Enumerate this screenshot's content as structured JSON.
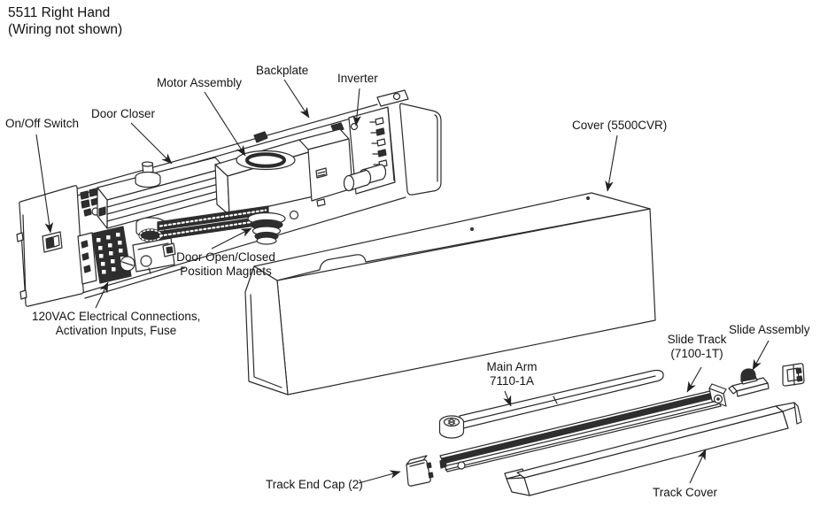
{
  "title": {
    "line1": "5511 Right Hand",
    "line2": "(Wiring not shown)"
  },
  "labels": {
    "on_off_switch": "On/Off Switch",
    "door_closer": "Door Closer",
    "motor_assembly": "Motor Assembly",
    "backplate": "Backplate",
    "inverter": "Inverter",
    "cover": "Cover (5500CVR)",
    "door_magnets": {
      "line1": "Door Open/Closed",
      "line2": "Position Magnets"
    },
    "electrical": {
      "line1": "120VAC Electrical Connections,",
      "line2": "Activation Inputs, Fuse"
    },
    "main_arm": {
      "line1": "Main Arm",
      "line2": "7110-1A"
    },
    "slide_track": {
      "line1": "Slide Track",
      "line2": "(7100-1T)"
    },
    "slide_assembly": "Slide Assembly",
    "track_end_cap": "Track End Cap (2)",
    "track_cover": "Track Cover"
  },
  "colors": {
    "line": "#2b2b2b",
    "dark_fill": "#2e2e2e",
    "text": "#141414",
    "background": "#ffffff"
  }
}
